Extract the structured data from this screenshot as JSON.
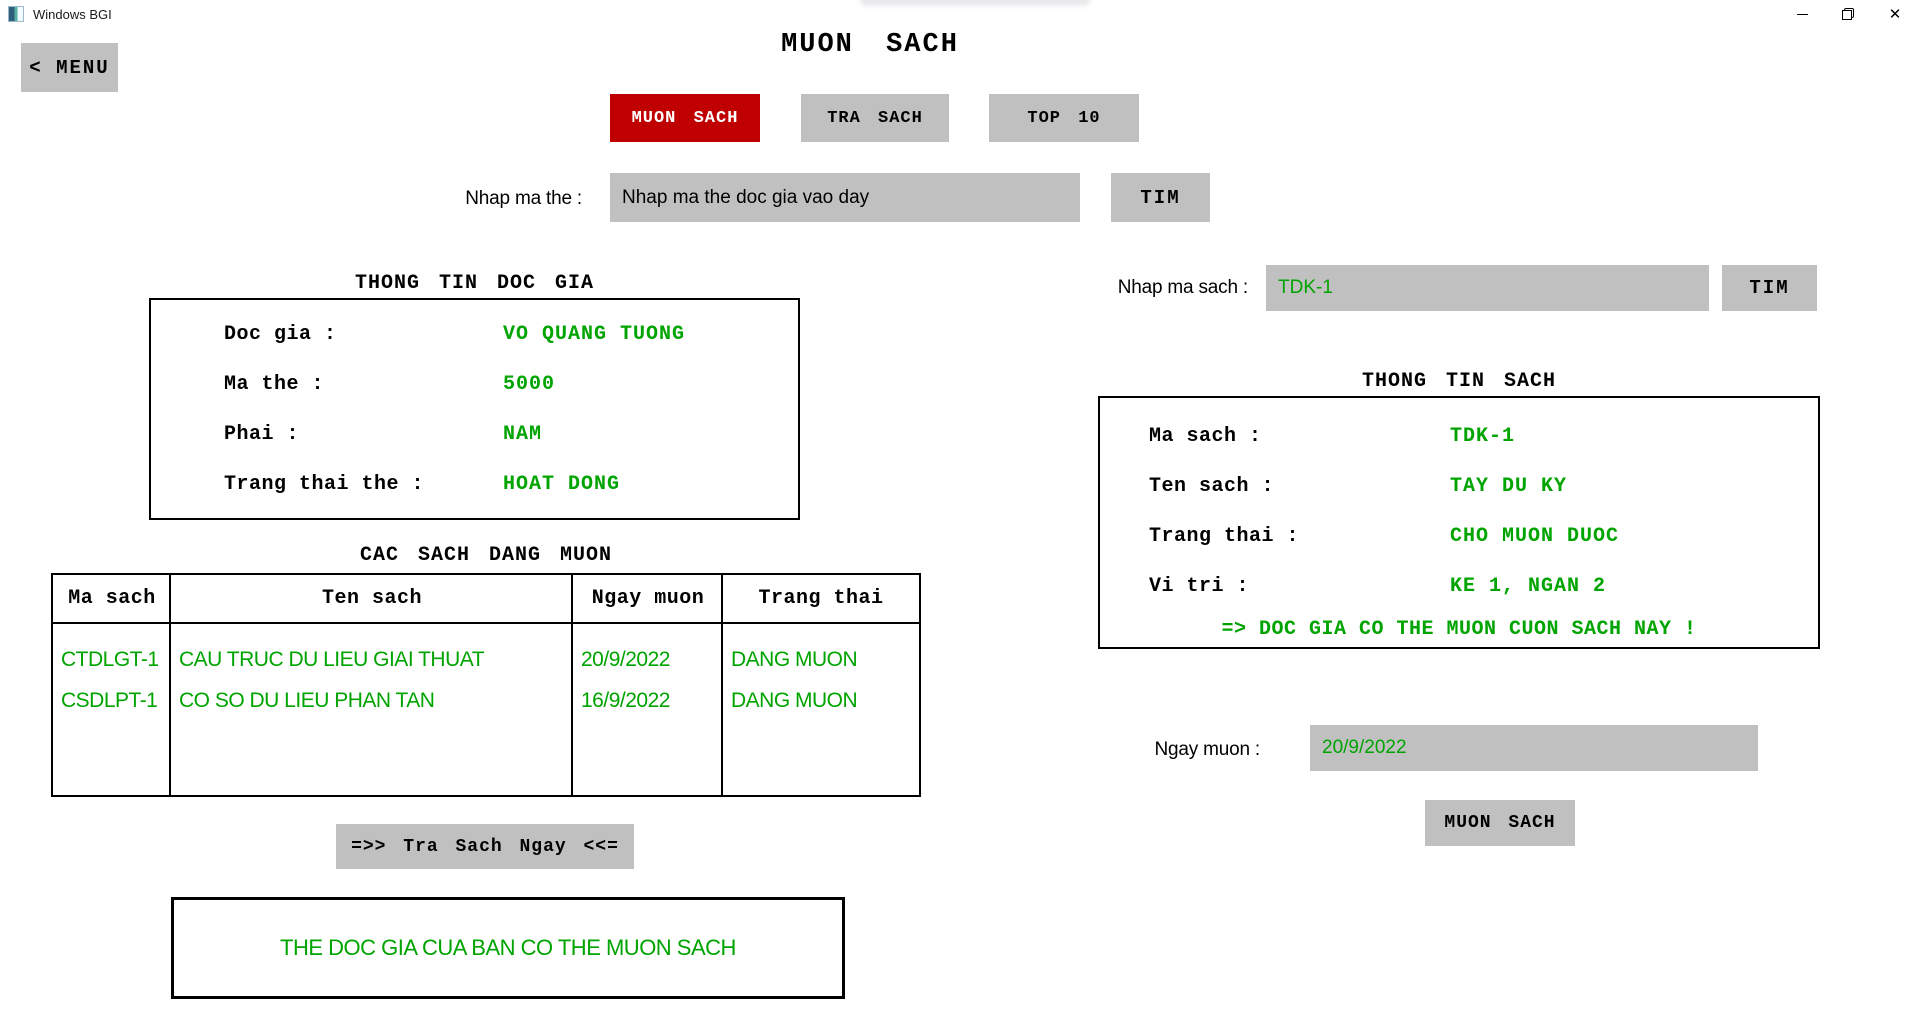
{
  "window": {
    "title": "Windows BGI",
    "close_glyph": "✕"
  },
  "menu_button_label": "< MENU",
  "page_title": "MUON SACH",
  "tabs": [
    {
      "label": "MUON SACH",
      "active": true
    },
    {
      "label": "TRA SACH",
      "active": false
    },
    {
      "label": "TOP 10",
      "active": false
    }
  ],
  "member_search": {
    "label": "Nhap ma the :",
    "placeholder": "Nhap ma the doc gia vao day",
    "button_label": "TIM"
  },
  "book_search": {
    "label": "Nhap ma sach :",
    "value": "TDK-1",
    "button_label": "TIM"
  },
  "reader_info": {
    "title": "THONG TIN DOC GIA",
    "rows": [
      {
        "label": "Doc gia :",
        "value": "VO QUANG TUONG"
      },
      {
        "label": "Ma the :",
        "value": "5000"
      },
      {
        "label": "Phai :",
        "value": "NAM"
      },
      {
        "label": "Trang thai the :",
        "value": "HOAT DONG"
      }
    ]
  },
  "borrowed_books": {
    "title": "CAC SACH DANG MUON",
    "headers": [
      "Ma sach",
      "Ten sach",
      "Ngay muon",
      "Trang thai"
    ],
    "rows": [
      [
        "CTDLGT-1",
        "CAU TRUC DU LIEU GIAI THUAT",
        "20/9/2022",
        "DANG MUON"
      ],
      [
        "CSDLPT-1",
        "CO SO DU LIEU PHAN TAN",
        "16/9/2022",
        "DANG MUON"
      ]
    ]
  },
  "return_button_label": "=>> Tra Sach Ngay <<=",
  "status_message": "THE DOC GIA CUA BAN CO THE MUON SACH",
  "book_info": {
    "title": "THONG TIN SACH",
    "rows": [
      {
        "label": "Ma sach :",
        "value": "TDK-1"
      },
      {
        "label": "Ten sach :",
        "value": "TAY DU KY"
      },
      {
        "label": "Trang thai :",
        "value": "CHO MUON DUOC"
      },
      {
        "label": "Vi tri :",
        "value": "KE 1, NGAN 2"
      }
    ],
    "note": "=> DOC GIA CO THE MUON CUON SACH NAY !"
  },
  "borrow_date": {
    "label": "Ngay muon :",
    "value": "20/9/2022"
  },
  "borrow_button_label": "MUON SACH",
  "colors": {
    "accent_red": "#c00000",
    "value_green": "#00a400",
    "control_gray": "#c0c0c0"
  }
}
